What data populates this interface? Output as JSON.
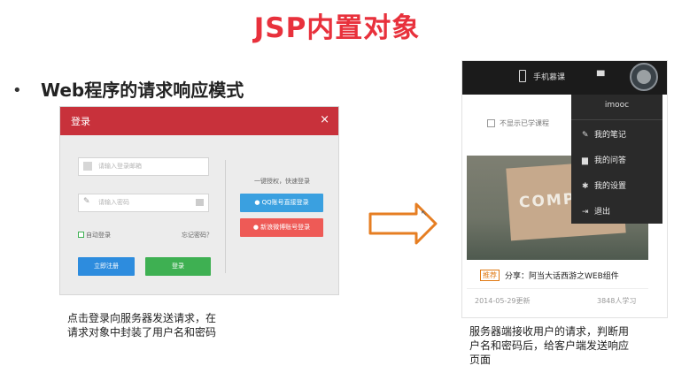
{
  "slide": {
    "title": "JSP内置对象",
    "bullet": "•",
    "heading": "Web程序的请求响应模式"
  },
  "login": {
    "title": "登录",
    "close": "×",
    "username_placeholder": "请输入登录邮箱",
    "password_placeholder": "请输入密码",
    "remember": "自动登录",
    "forgot": "忘记密码？",
    "register": "立即注册",
    "submit": "登录",
    "oauth_label": "一键授权，快速登录",
    "qq": "QQ账号直接登录",
    "weibo": "新浪微博账号登录",
    "colors": {
      "header": "#c8313b",
      "register": "#2d8cde",
      "submit": "#3eb052",
      "qq": "#3aa0e0",
      "weibo": "#ee5a56"
    }
  },
  "left_caption": [
    "点击登录向服务器发送请求，在",
    "请求对象中封装了用户名和密码"
  ],
  "page": {
    "top_mobile": "手机慕课",
    "chat_icon": "chat-icon",
    "menu": {
      "user": "imooc",
      "items": [
        {
          "icon": "pencil-icon",
          "label": "我的笔记"
        },
        {
          "icon": "qa-icon",
          "label": "我的问答"
        },
        {
          "icon": "gear-icon",
          "label": "我的设置"
        },
        {
          "icon": "logout-icon",
          "label": "退出"
        }
      ]
    },
    "hide_checkbox": "不显示已学课程",
    "image_text": "COMPO",
    "tag": "推荐",
    "course_title": "分享：阿当大话西游之WEB组件",
    "date": "2014-05-29更新",
    "learners": "3848人学习"
  },
  "right_caption": [
    "服务器端接收用户的请求，判断用",
    "户名和密码后，给客户端发送响应",
    "页面"
  ]
}
